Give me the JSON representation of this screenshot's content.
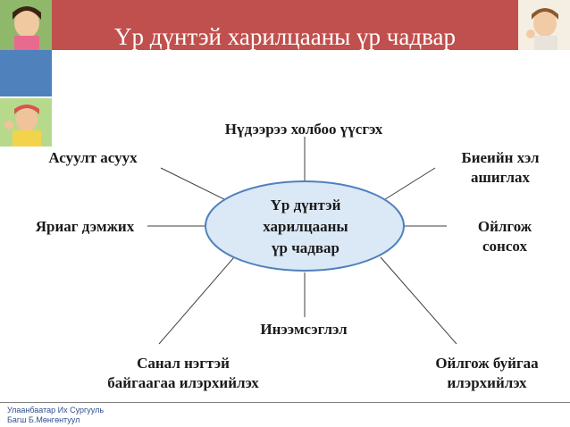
{
  "title": "Үр дүнтэй харилцааны үр чадвар",
  "center": [
    "Үр дүнтэй",
    "харилцааны",
    "үр чадвар"
  ],
  "nodes": {
    "top": [
      "Нүдээрээ холбоо үүсгэх"
    ],
    "top_left": [
      "Асуулт асуух"
    ],
    "top_right": [
      "Биеийн хэл",
      "ашиглах"
    ],
    "left": [
      "Яриаг дэмжих"
    ],
    "right": [
      "Ойлгож",
      "сонсох"
    ],
    "bottom": [
      "Инээмсэглэл"
    ],
    "bottom_left": [
      "Санал нэгтэй",
      "байгаагаа илэрхийлэх"
    ],
    "bottom_right": [
      "Ойлгож буйгаа",
      "илэрхийлэх"
    ]
  },
  "footer": [
    "Улаанбаатар Их Сургууль",
    "Багш Б.Мөнгөнтуул"
  ],
  "colors": {
    "title_bar": "#c0504d",
    "side_block": "#4f81bd",
    "ellipse_fill": "#dbe8f6",
    "ellipse_stroke": "#4f81bd",
    "footer_text": "#2f4f8f"
  }
}
